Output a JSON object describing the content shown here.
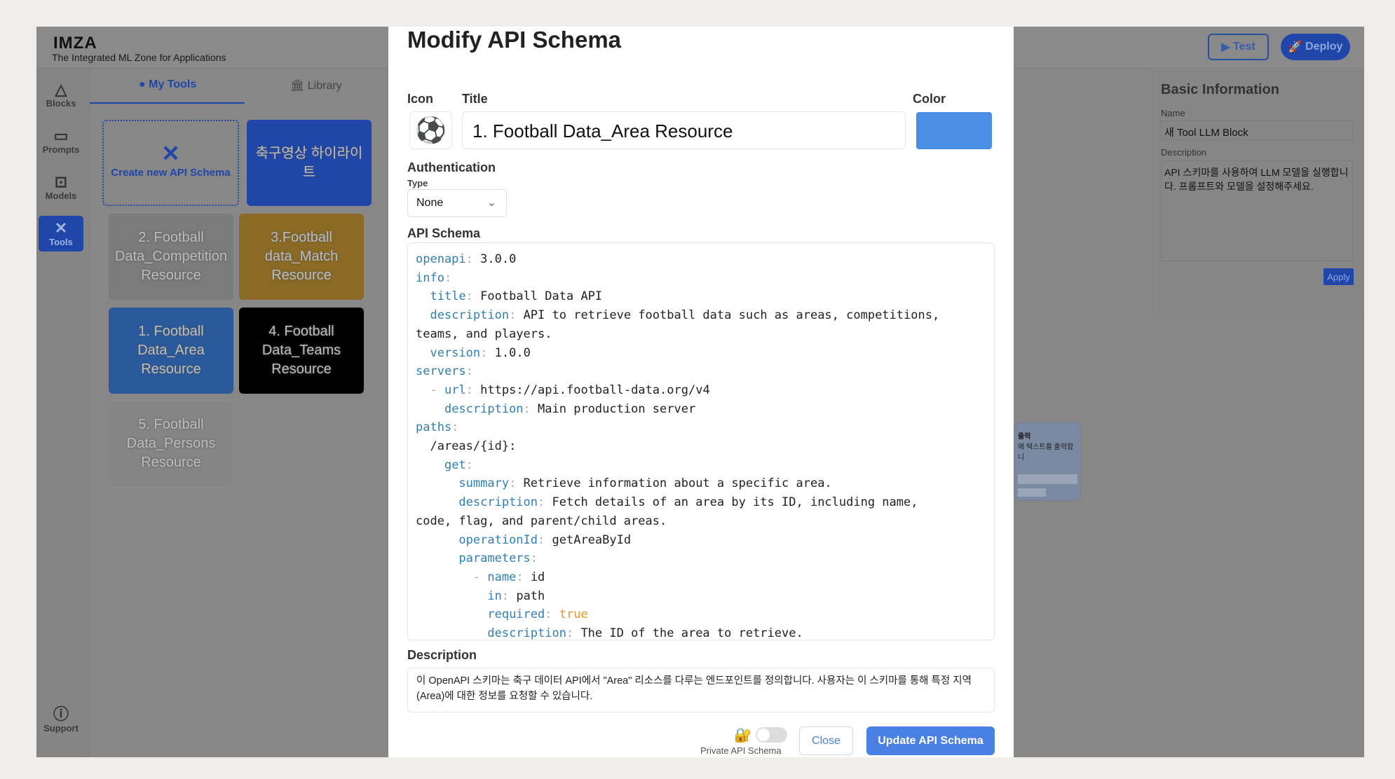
{
  "app": {
    "name": "IMZA",
    "subtitle": "The Integrated ML Zone for Applications"
  },
  "rail": [
    {
      "label": "Blocks",
      "icon": "blocks-icon"
    },
    {
      "label": "Prompts",
      "icon": "terminal-icon"
    },
    {
      "label": "Models",
      "icon": "robot-icon"
    },
    {
      "label": "Tools",
      "icon": "tools-icon"
    }
  ],
  "support": "Support",
  "tabs": {
    "my_tools": "My Tools",
    "library": "Library"
  },
  "create_card": "Create new API Schema",
  "cards": [
    {
      "label": "축구영상 하이라이트",
      "color": "#1f46a8"
    },
    {
      "label": "2. Football Data_Competition Resource",
      "color": "#7b7b7b"
    },
    {
      "label": "3.Football data_Match Resource",
      "color": "#8a6a25"
    },
    {
      "label": "1. Football Data_Area Resource",
      "color": "#2a5a9c"
    },
    {
      "label": "4. Football Data_Teams Resource",
      "color": "#000000"
    },
    {
      "label": "5. Football Data_Persons Resource",
      "color": "#858585"
    }
  ],
  "header": {
    "test": "Test",
    "deploy": "Deploy"
  },
  "basic": {
    "title": "Basic Information",
    "name_label": "Name",
    "name": "새 Tool LLM Block",
    "desc_label": "Description",
    "desc": "API 스키마를 사용하여 LLM 모델을 실행합니다. 프롬프트와 모델을 설정해주세요.",
    "apply": "Apply"
  },
  "canvas_node": {
    "title": "출력",
    "text": "에 텍스트를 출력합니"
  },
  "modal": {
    "title": "Modify API Schema",
    "icon_label": "Icon",
    "title_label": "Title",
    "color_label": "Color",
    "title_value": "1. Football Data_Area Resource",
    "color": "#4a8ee6",
    "auth_label": "Authentication",
    "type_label": "Type",
    "type_value": "None",
    "schema_label": "API Schema",
    "code": [
      [
        "",
        "openapi",
        ": ",
        "3.0.0"
      ],
      [
        "",
        "info",
        ":",
        ""
      ],
      [
        "  ",
        "title",
        ": ",
        "Football Data API"
      ],
      [
        "  ",
        "description",
        ": ",
        "API to retrieve football data such as areas, competitions,"
      ],
      [
        "",
        "",
        "",
        "teams, and players."
      ],
      [
        "  ",
        "version",
        ": ",
        "1.0.0"
      ],
      [
        "",
        "servers",
        ":",
        ""
      ],
      [
        "  - ",
        "url",
        ": ",
        "https://api.football-data.org/v4"
      ],
      [
        "    ",
        "description",
        ": ",
        "Main production server"
      ],
      [
        "",
        "paths",
        ":",
        ""
      ],
      [
        "  ",
        "",
        "",
        "/areas/{id}:"
      ],
      [
        "    ",
        "get",
        ":",
        ""
      ],
      [
        "      ",
        "summary",
        ": ",
        "Retrieve information about a specific area."
      ],
      [
        "      ",
        "description",
        ": ",
        "Fetch details of an area by its ID, including name,"
      ],
      [
        "",
        "",
        "",
        "code, flag, and parent/child areas."
      ],
      [
        "      ",
        "operationId",
        ": ",
        "getAreaById"
      ],
      [
        "      ",
        "parameters",
        ":",
        ""
      ],
      [
        "        - ",
        "name",
        ": ",
        "id"
      ],
      [
        "          ",
        "in",
        ": ",
        "path"
      ],
      [
        "          ",
        "required",
        ": ",
        "true"
      ],
      [
        "          ",
        "description",
        ": ",
        "The ID of the area to retrieve."
      ]
    ],
    "desc_label": "Description",
    "desc": "이 OpenAPI 스키마는 축구 데이터 API에서 \"Area\" 리소스를 다루는 엔드포인트를 정의합니다. 사용자는 이 스키마를 통해 특정 지역(Area)에 대한 정보를 요청할 수 있습니다.",
    "private_label": "Private API Schema",
    "private": false,
    "close": "Close",
    "update": "Update API Schema"
  }
}
